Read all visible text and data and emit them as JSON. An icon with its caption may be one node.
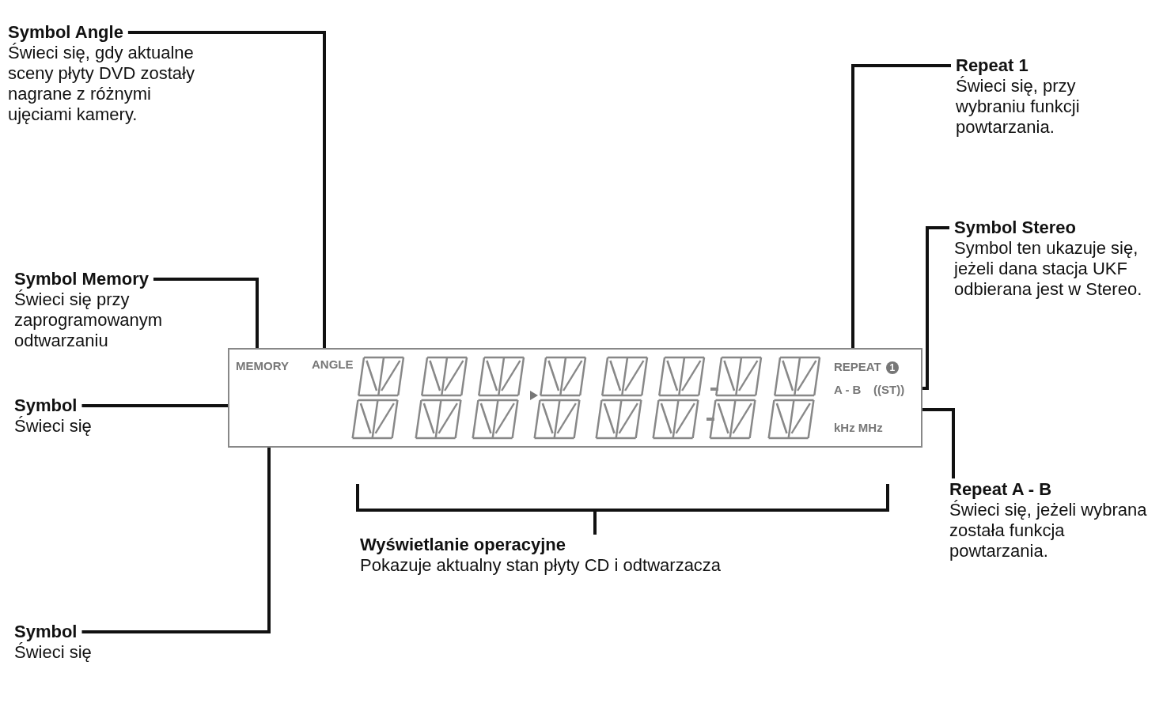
{
  "diagram": {
    "nodes": [
      {
        "text": [
          "Symbol Angle",
          "Świeci się, gdy aktualne sceny płyty DVD zostały nagrane z różnymi ujęciami kamery."
        ]
      },
      {
        "text": [
          "Repeat 1",
          "Świeci się, przy wybraniu funkcji powtarzania."
        ]
      },
      {
        "text": [
          "Symbol Stereo",
          "Symbol ten ukazuje się, jeżeli dana stacja UKF odbierana jest w Stereo."
        ]
      },
      {
        "text": [
          "Symbol Memory",
          "Świeci się przy zaprogramowanym odtwarzaniu"
        ]
      },
      {
        "text": [],
        "shape": "box"
      },
      {
        "text": [
          "MEMORY"
        ],
        "in": 4
      },
      {
        "text": [
          "ANGLE"
        ],
        "in": 4
      },
      {
        "text": [
          "REPEAT",
          "1"
        ],
        "in": 4
      },
      {
        "text": [
          "A - B"
        ],
        "in": 4
      },
      {
        "text": [
          "((ST))"
        ],
        "in": 4
      },
      {
        "text": [
          "Symbol",
          "Świeci się"
        ]
      },
      {
        "text": [
          "Repeat A - B",
          "Świeci się, jeżeli wybrana została funkcja powtarzania."
        ]
      },
      {
        "text": [
          "Wyświetlanie operacyjne",
          "Pokazuje aktualny stan płyty CD i odtwarzacza"
        ]
      },
      {
        "text": [
          "Symbol",
          "Świeci się"
        ]
      }
    ],
    "edges": [
      {
        "from": 0,
        "to": 6,
        "arrow": "none"
      },
      {
        "from": 1,
        "to": 7,
        "arrow": "none"
      },
      {
        "from": 2,
        "to": 9,
        "arrow": "none"
      },
      {
        "from": 3,
        "to": 5,
        "arrow": "none"
      },
      {
        "from": 10,
        "to": 4,
        "arrow": "none"
      },
      {
        "from": 11,
        "to": 8,
        "arrow": "none"
      },
      {
        "from": 13,
        "to": null,
        "arrow": "none"
      }
    ],
    "labels": [
      "kHz MHz"
    ]
  }
}
